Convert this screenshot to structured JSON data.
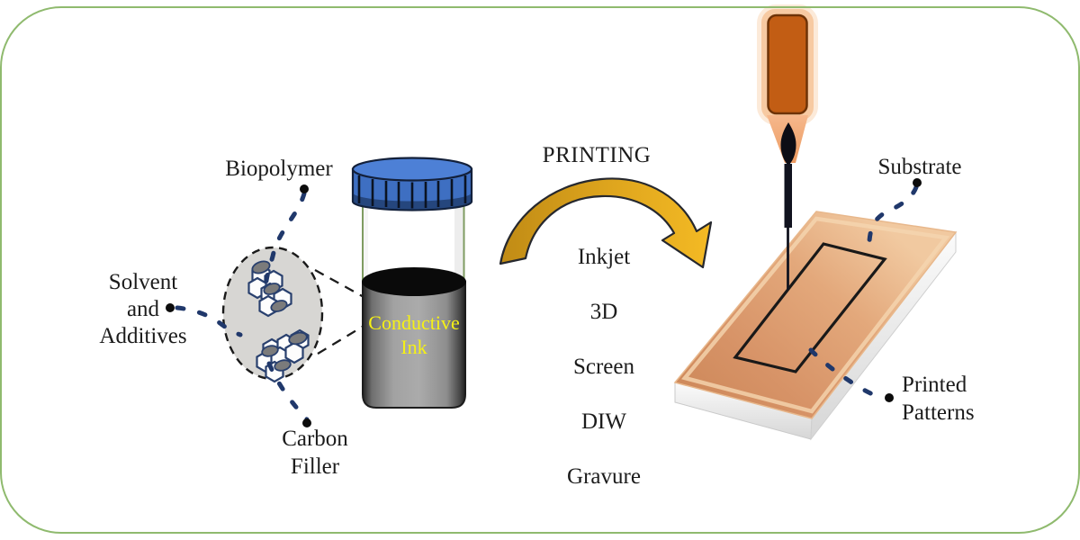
{
  "figure": {
    "description": "Conductive ink formulation and printing diagram"
  },
  "frame": {
    "border_color": "#8fba6e",
    "background": "#ffffff"
  },
  "ink_components": {
    "biopolymer_label": "Biopolymer",
    "solvent_label": "Solvent\nand\nAdditives",
    "carbon_label": "Carbon\nFiller"
  },
  "vial": {
    "label": "Conductive\nInk",
    "label_color": "#f6f115",
    "cap_color": "#4d80d6"
  },
  "printing": {
    "title": "PRINTING",
    "methods": [
      "Inkjet",
      "3D",
      "Screen",
      "DIW",
      "Gravure"
    ],
    "arrow_color": "#e0a51d"
  },
  "output": {
    "substrate_label": "Substrate",
    "printed_label": "Printed\nPatterns",
    "substrate_color": "#e2a577",
    "nozzle_color": "#c25d14"
  },
  "colors": {
    "leader_line": "#20386b",
    "pattern_line": "#191919",
    "molecule_stroke": "#29406e"
  }
}
